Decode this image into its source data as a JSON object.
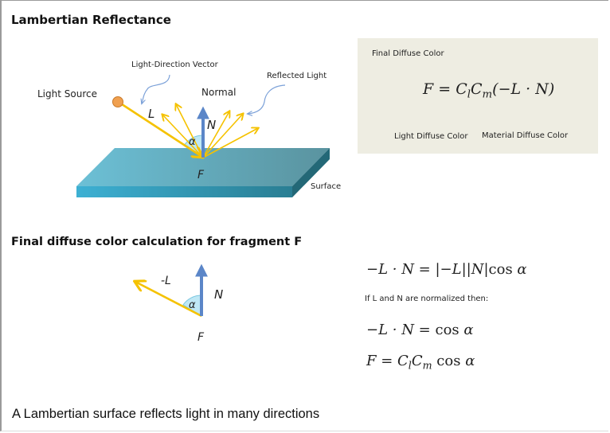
{
  "slide": {
    "title": "Lambertian Reflectance",
    "section_title": "Final diffuse color calculation for fragment F",
    "caption": "A Lambertian surface reflects light in many directions"
  },
  "diagram_top": {
    "light_source_label": "Light Source",
    "light_direction_label": "Light-Direction Vector",
    "normal_label": "Normal",
    "reflected_light_label": "Reflected Light",
    "surface_label": "Surface",
    "vector_L": "L",
    "vector_N": "N",
    "angle": "α",
    "fragment": "F"
  },
  "formula_box": {
    "final_label": "Final Diffuse Color",
    "light_label": "Light Diffuse Color",
    "material_label": "Material Diffuse Color",
    "lhs": "F",
    "eq": " = ",
    "c": "C",
    "sub_l": "l",
    "sub_m": "m",
    "tail": "(−L · N)"
  },
  "diagram_bottom": {
    "vector_negL": "-L",
    "vector_N": "N",
    "angle": "α",
    "fragment": "F"
  },
  "equations": {
    "eq1_lhs": "−L · N = ",
    "eq1_rhs": "|−L||N|",
    "cos": "cos",
    "alpha": "α",
    "note": "If L and N are normalized then:",
    "eq2_lhs": "−L · N = ",
    "eq3_lhs": "F = ",
    "c": "C",
    "sub_l": "l",
    "sub_m": "m"
  },
  "colors": {
    "surface_top": "#5fb3c9",
    "surface_front": "#2f9dbb",
    "ray": "#f5c200",
    "normal": "#5b86c8",
    "light_source": "#f0a050",
    "box": "#eeede2"
  }
}
